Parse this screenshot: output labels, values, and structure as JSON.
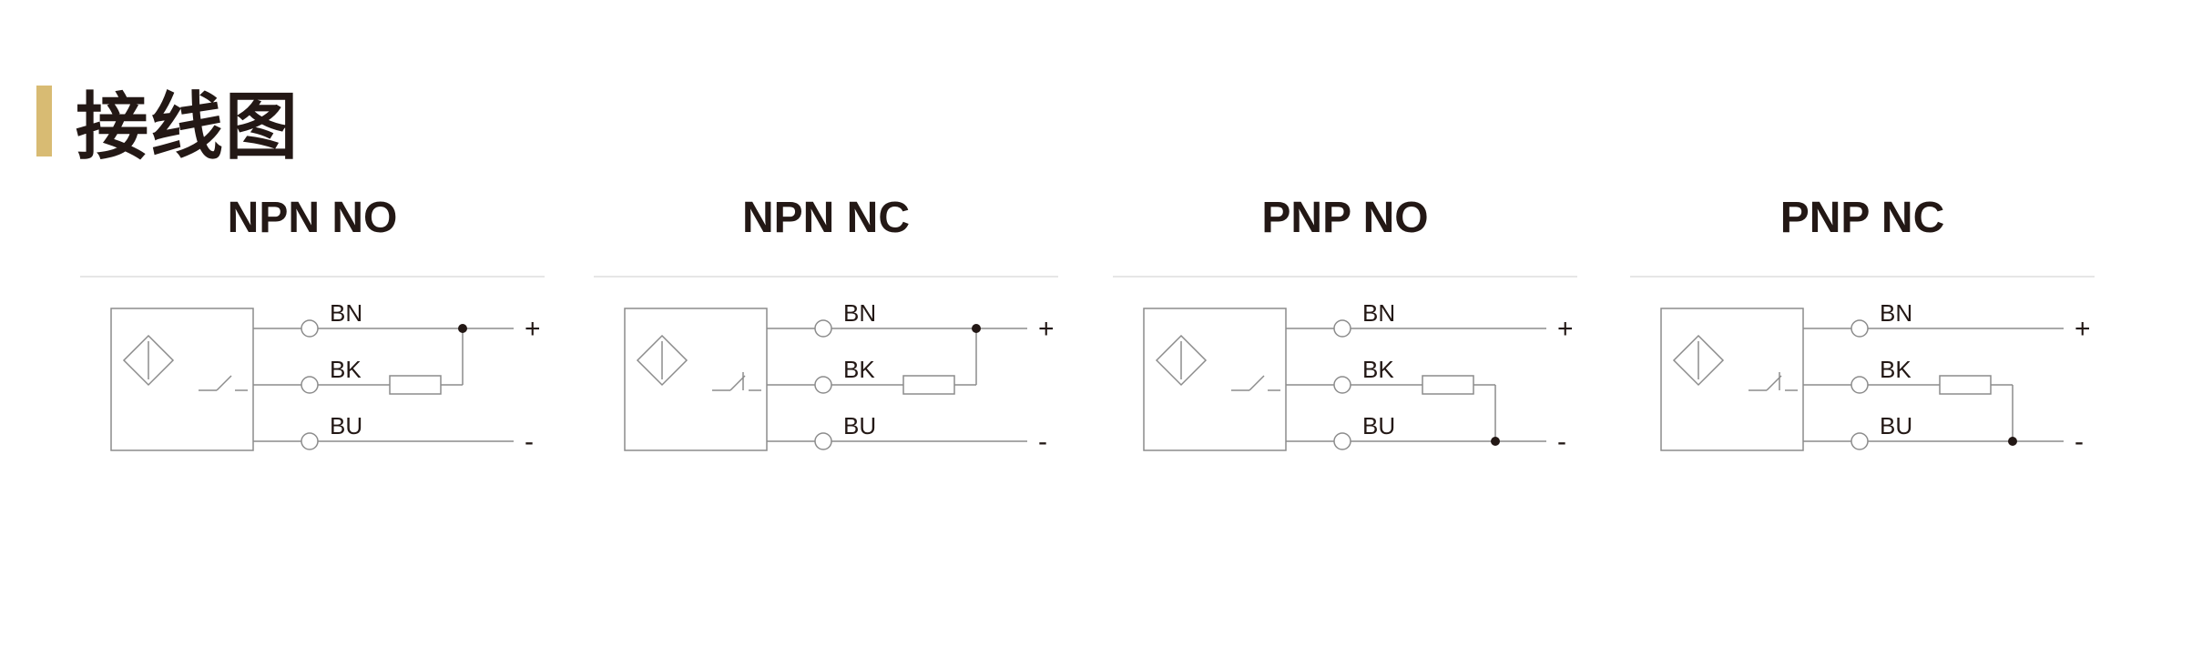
{
  "page": {
    "title": "接线图",
    "accent_color": "#d8bb73"
  },
  "diagrams": [
    {
      "title": "NPN NO",
      "type": "npn",
      "contact": "no",
      "wires": {
        "brown": "BN",
        "black": "BK",
        "blue": "BU"
      },
      "polarity": {
        "plus": "+",
        "minus": "-"
      }
    },
    {
      "title": "NPN NC",
      "type": "npn",
      "contact": "nc",
      "wires": {
        "brown": "BN",
        "black": "BK",
        "blue": "BU"
      },
      "polarity": {
        "plus": "+",
        "minus": "-"
      }
    },
    {
      "title": "PNP NO",
      "type": "pnp",
      "contact": "no",
      "wires": {
        "brown": "BN",
        "black": "BK",
        "blue": "BU"
      },
      "polarity": {
        "plus": "+",
        "minus": "-"
      }
    },
    {
      "title": "PNP NC",
      "type": "pnp",
      "contact": "nc",
      "wires": {
        "brown": "BN",
        "black": "BK",
        "blue": "BU"
      },
      "polarity": {
        "plus": "+",
        "minus": "-"
      }
    }
  ]
}
